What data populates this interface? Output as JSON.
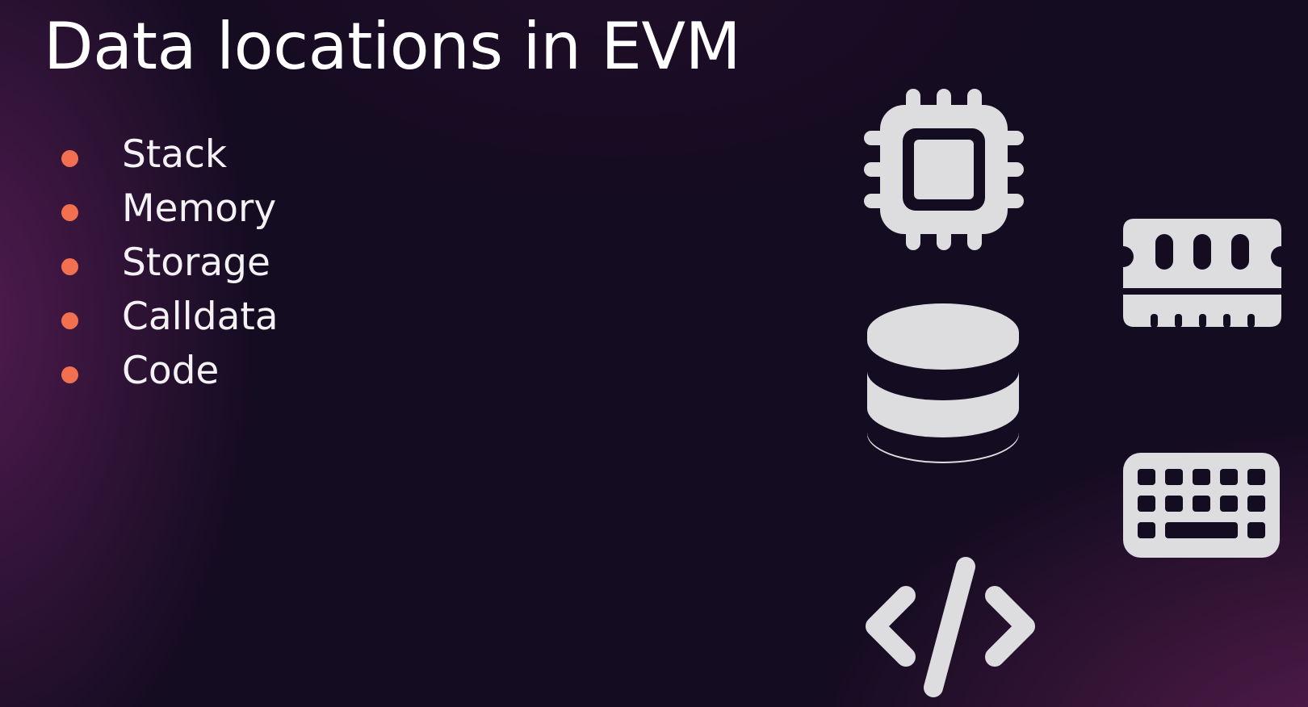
{
  "slide": {
    "title": "Data locations in EVM",
    "bullets": [
      "Stack",
      "Memory",
      "Storage",
      "Calldata",
      "Code"
    ]
  },
  "icons": [
    "cpu-chip-icon",
    "ram-memory-icon",
    "database-icon",
    "keyboard-icon",
    "code-icon"
  ],
  "colors": {
    "background": "#140c21",
    "title_text": "#ffffff",
    "bullet_dot": "#f2704f",
    "icon_fill": "#dddcdf"
  }
}
